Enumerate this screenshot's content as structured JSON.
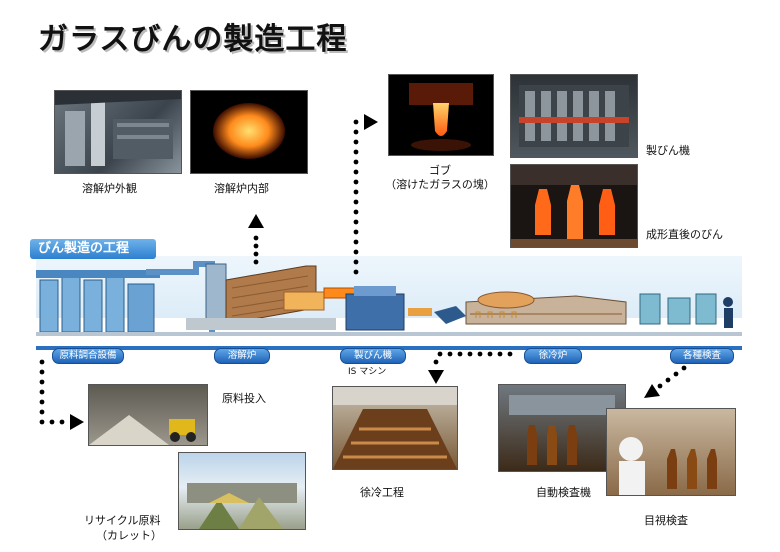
{
  "title": "ガラスびんの製造工程",
  "process_header": "びん製造の工程",
  "stages": [
    {
      "label": "原料調合設備"
    },
    {
      "label": "溶解炉"
    },
    {
      "label": "製びん機",
      "sub": "IS マシン"
    },
    {
      "label": "徐冷炉"
    },
    {
      "label": "各種検査"
    }
  ],
  "photos": {
    "furnace_exterior": "溶解炉外観",
    "furnace_interior": "溶解炉内部",
    "gob_line1": "ゴブ",
    "gob_line2": "（溶けたガラスの塊）",
    "bottle_machine": "製びん機",
    "just_formed": "成形直後のびん",
    "raw_input": "原料投入",
    "recycled_line1": "リサイクル原料",
    "recycled_line2": "（カレット）",
    "annealing": "徐冷工程",
    "auto_inspection": "自動検査機",
    "visual_inspection": "目視検査"
  },
  "colors": {
    "flow_blue": "#2b6fc1",
    "header_blue": "#3d8ddb",
    "molten_orange": "#ff8a1c",
    "furnace_bg": "#cfd3d6",
    "brick": "#b07a4a"
  }
}
